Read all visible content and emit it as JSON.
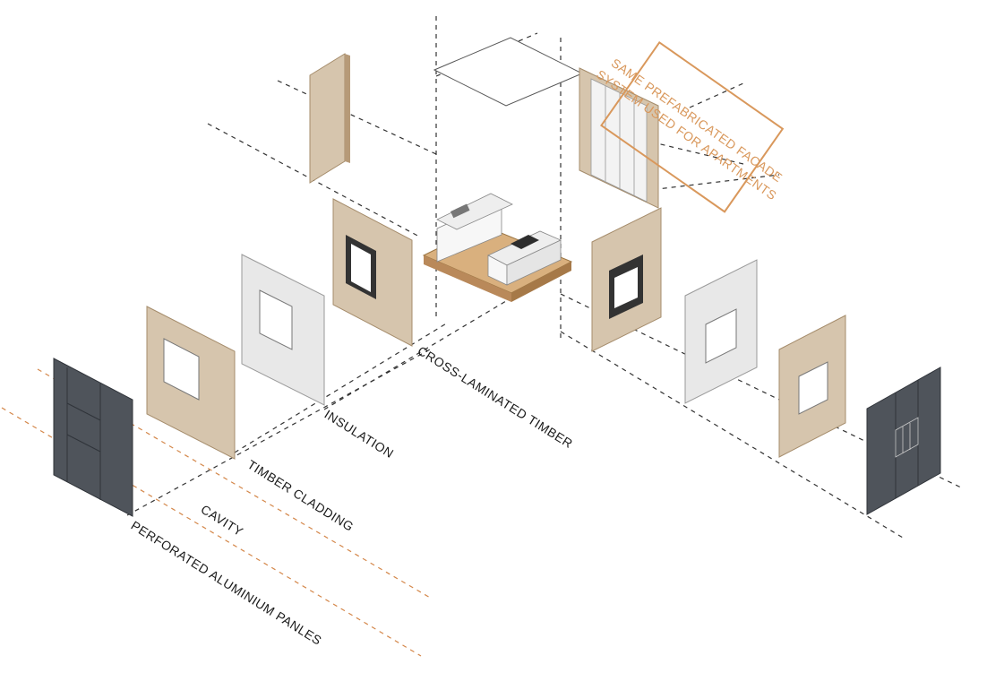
{
  "note": {
    "line1": "SAME PREFABRICATED FACADE",
    "line2": "SYSTEM USED FOR APARTMENTS",
    "color": "#d9985c"
  },
  "layers": [
    {
      "label": "CROSS-LAMINATED TIMBER",
      "material": "timber"
    },
    {
      "label": "INSULATION",
      "material": "insulation"
    },
    {
      "label": "TIMBER CLADDING",
      "material": "timber"
    },
    {
      "label": "CAVITY",
      "material": "none"
    },
    {
      "label": "PERFORATED ALUMINIUM PANLES",
      "material": "aluminium"
    }
  ],
  "colors": {
    "timber": "#d6c5ad",
    "timber_dark": "#b69a78",
    "insulation": "#e8e8e8",
    "aluminium": "#4f545b",
    "floor": "#d9b07e",
    "guide": "#333333",
    "cavity_guide": "#d4874a"
  }
}
